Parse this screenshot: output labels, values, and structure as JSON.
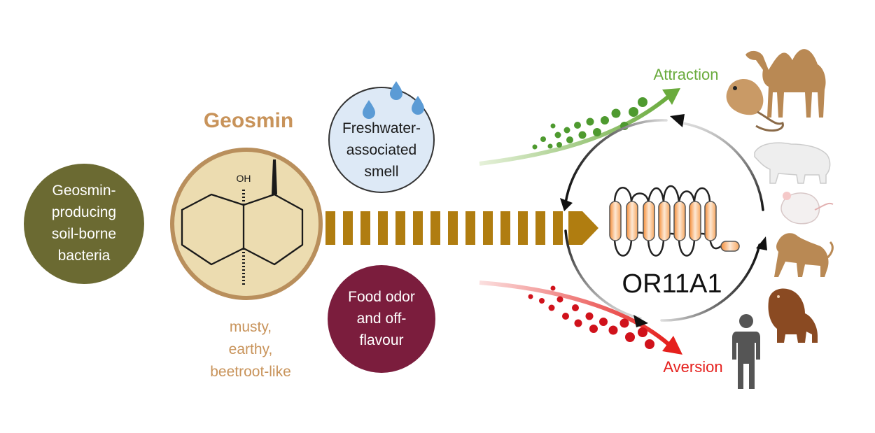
{
  "source_node": {
    "lines": [
      "Geosmin-",
      "producing",
      "soil-borne",
      "bacteria"
    ],
    "color": "#6b6a32"
  },
  "molecule": {
    "title": "Geosmin",
    "hydroxyl_label": "OH",
    "descriptor_lines": [
      "musty,",
      "earthy,",
      "beetroot-like"
    ],
    "accent_color": "#c8935a",
    "fill_color": "#ecdcb0"
  },
  "association_top": {
    "lines": [
      "Freshwater-",
      "associated",
      "smell"
    ],
    "fill_color": "#dde9f6",
    "icon": "water-drops-icon"
  },
  "association_bottom": {
    "lines": [
      "Food odor",
      "and off-",
      "flavour"
    ],
    "fill_color": "#7b1d3d"
  },
  "receptor": {
    "name": "OR11A1",
    "color": "#f7a65e"
  },
  "outcomes": {
    "attraction": {
      "label": "Attraction",
      "color": "#6aab3d"
    },
    "aversion": {
      "label": "Aversion",
      "color": "#e5201d"
    }
  },
  "species_icons": [
    "camel-icon",
    "kangaroo-rat-icon",
    "polar-bear-icon",
    "mouse-icon",
    "macaque-icon",
    "orangutan-icon",
    "human-icon"
  ],
  "signal_arrow_color": "#b07d10"
}
